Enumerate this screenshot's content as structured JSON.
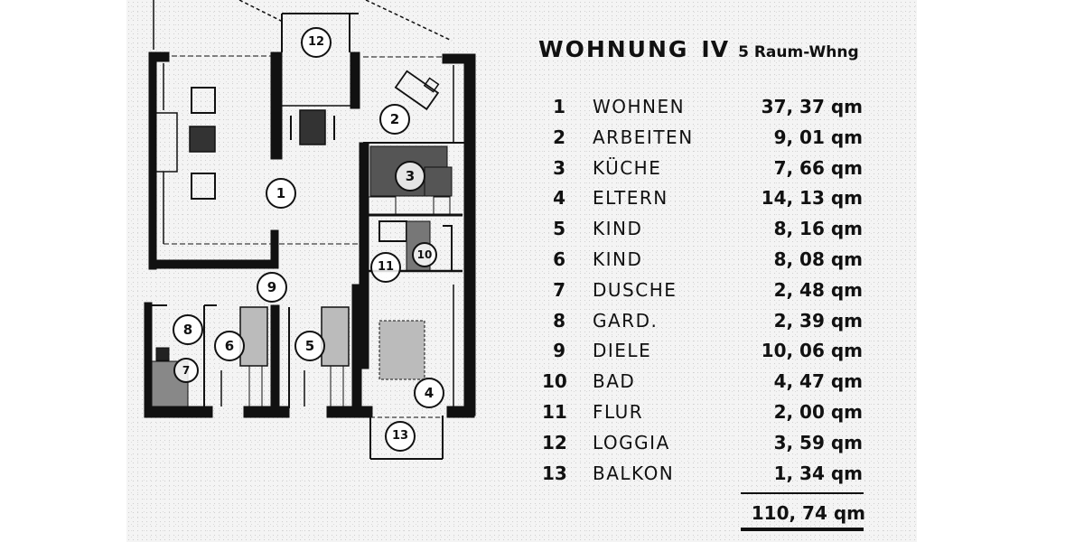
{
  "title": {
    "main": "WOHNUNG",
    "number": "IV",
    "subtitle": "5 Raum-Whng"
  },
  "rooms": [
    {
      "no": "1",
      "name": "WOHNEN",
      "area": "37, 37 qm"
    },
    {
      "no": "2",
      "name": "ARBEITEN",
      "area": "9, 01 qm"
    },
    {
      "no": "3",
      "name": "KÜCHE",
      "area": "7, 66 qm"
    },
    {
      "no": "4",
      "name": "ELTERN",
      "area": "14, 13 qm"
    },
    {
      "no": "5",
      "name": "KIND",
      "area": "8, 16 qm"
    },
    {
      "no": "6",
      "name": "KIND",
      "area": "8, 08 qm"
    },
    {
      "no": "7",
      "name": "DUSCHE",
      "area": "2, 48 qm"
    },
    {
      "no": "8",
      "name": "GARD.",
      "area": "2, 39 qm"
    },
    {
      "no": "9",
      "name": "DIELE",
      "area": "10, 06 qm"
    },
    {
      "no": "10",
      "name": "BAD",
      "area": "4, 47 qm"
    },
    {
      "no": "11",
      "name": "FLUR",
      "area": "2, 00 qm"
    },
    {
      "no": "12",
      "name": "LOGGIA",
      "area": "3, 59 qm"
    },
    {
      "no": "13",
      "name": "BALKON",
      "area": "1, 34 qm"
    }
  ],
  "total": "110, 74 qm",
  "plan_labels": {
    "r1": "1",
    "r2": "2",
    "r3": "3",
    "r4": "4",
    "r5": "5",
    "r6": "6",
    "r7": "7",
    "r8": "8",
    "r9": "9",
    "r10": "10",
    "r11": "11",
    "r12": "12",
    "r13": "13"
  },
  "colors": {
    "ink": "#111111",
    "paper": "#f4f4f4"
  }
}
